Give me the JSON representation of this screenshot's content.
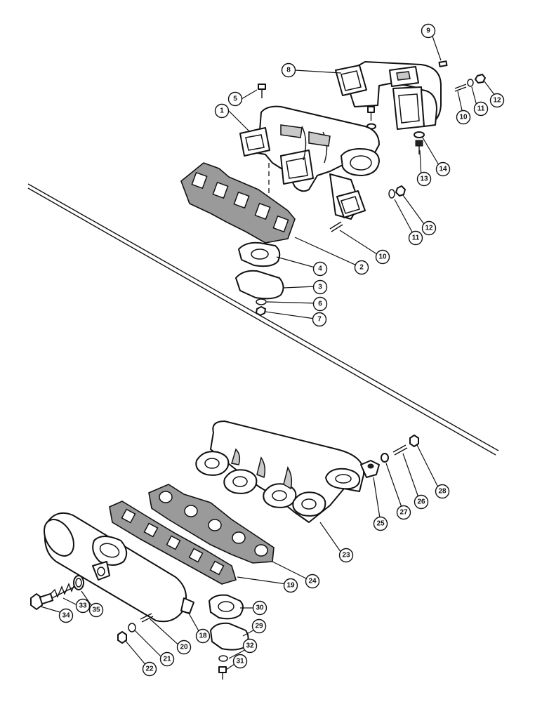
{
  "callouts": {
    "c1": "1",
    "c2": "2",
    "c3": "3",
    "c4": "4",
    "c5": "5",
    "c6": "6",
    "c7": "7",
    "c8": "8",
    "c9": "9",
    "c10a": "10",
    "c10b": "10",
    "c11a": "11",
    "c11b": "11",
    "c12a": "12",
    "c12b": "12",
    "c13": "13",
    "c14": "14",
    "c18": "18",
    "c19": "19",
    "c20": "20",
    "c21": "21",
    "c22": "22",
    "c23": "23",
    "c24": "24",
    "c25": "25",
    "c26": "26",
    "c27": "27",
    "c28": "28",
    "c29": "29",
    "c30": "30",
    "c31": "31",
    "c32": "32",
    "c33": "33",
    "c34": "34",
    "c35": "35"
  }
}
